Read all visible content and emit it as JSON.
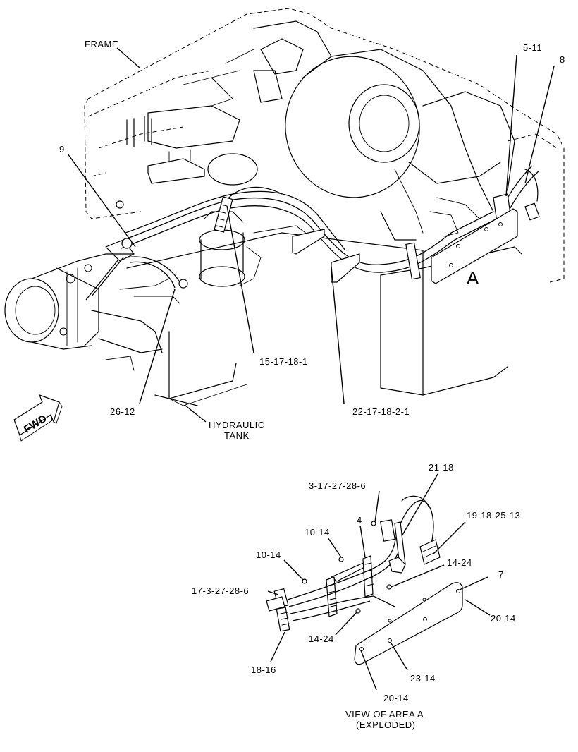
{
  "labels": {
    "frame": "FRAME",
    "c5_11": "5-11",
    "c8": "8",
    "c9": "9",
    "c15": "15-17-18-1",
    "c26": "26-12",
    "c22": "22-17-18-2-1",
    "tank1": "HYDRAULIC",
    "tank2": "TANK",
    "fwd": "FWD",
    "area": "A",
    "c21": "21-18",
    "c3": "3-17-27-28-6",
    "c4": "4",
    "c19": "19-18-25-13",
    "c10a": "10-14",
    "c10b": "10-14",
    "c14a": "14-24",
    "c7": "7",
    "c17": "17-3-27-28-6",
    "c20a": "20-14",
    "c14b": "14-24",
    "c16": "18-16",
    "c23": "23-14",
    "c20b": "20-14",
    "view1": "VIEW OF AREA A",
    "view2": "(EXPLODED)"
  }
}
